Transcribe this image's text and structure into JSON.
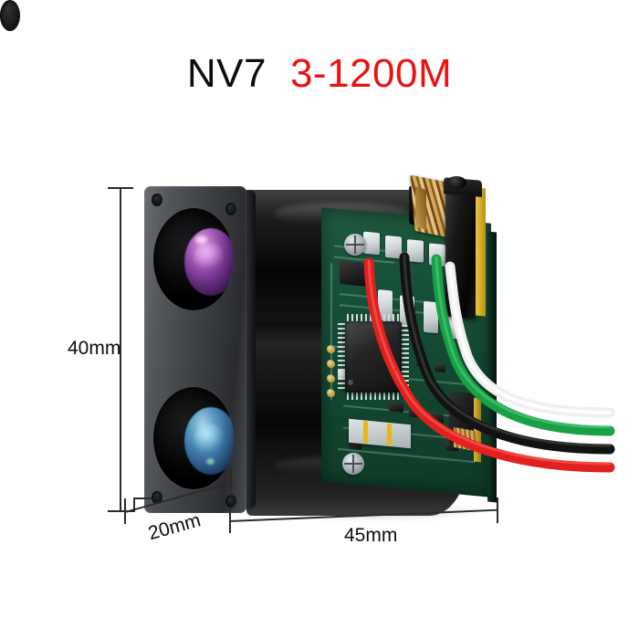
{
  "title": {
    "model": "NV7",
    "range": "3-1200M",
    "model_color": "#0d0d0d",
    "range_color": "#ee1111"
  },
  "dimensions": {
    "height": "40mm",
    "depth": "20mm",
    "width": "45mm"
  },
  "product": {
    "name": "NV7 laser rangefinder module",
    "housing_color": "#0a0a0a",
    "faceplate_color": "#4a4d52",
    "pcb_color": "#17503a",
    "top_lens_color": "#9b5cc0",
    "bottom_lens_color": "#5aa8d4",
    "module_accent_color": "#e9c73c"
  },
  "wires": [
    {
      "name": "white-wire",
      "color": "#efefef"
    },
    {
      "name": "green-wire",
      "color": "#18a046"
    },
    {
      "name": "black-wire",
      "color": "#121212"
    },
    {
      "name": "red-wire",
      "color": "#e12020"
    }
  ]
}
